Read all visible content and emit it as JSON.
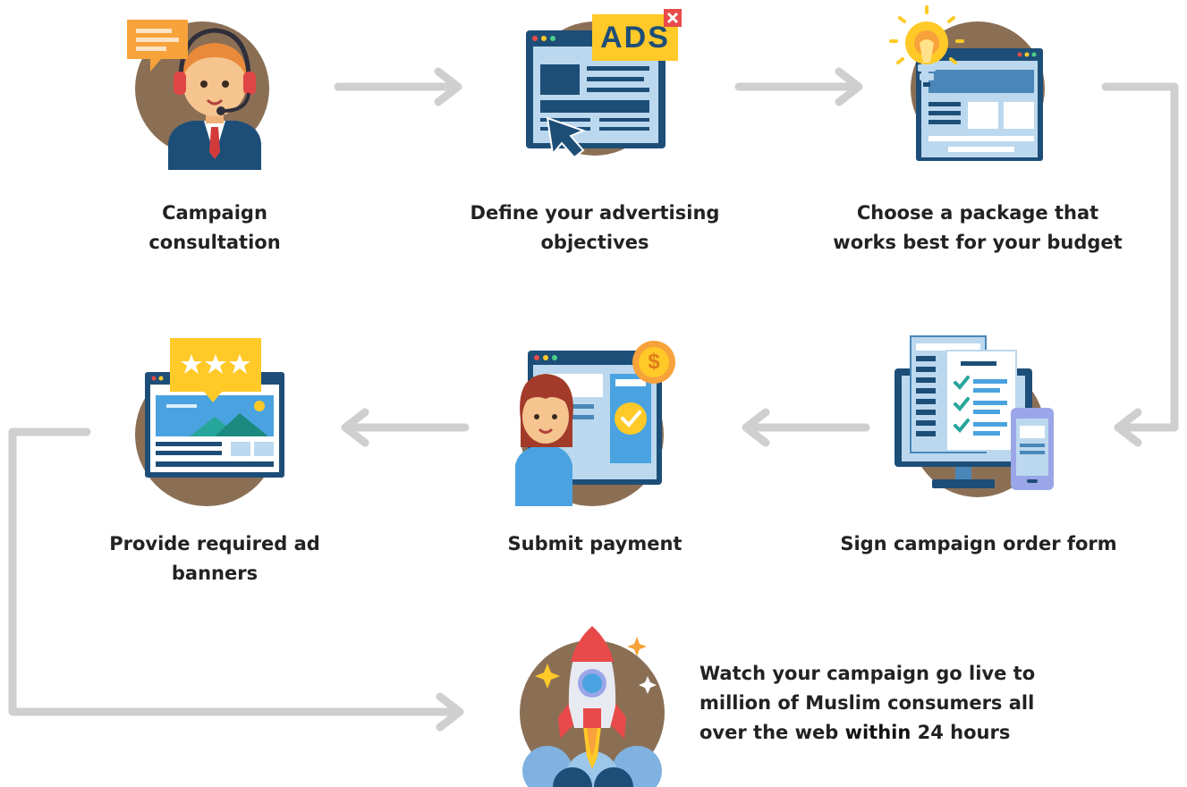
{
  "colors": {
    "circle": "#8b6f55",
    "arrow": "#cfcfcf",
    "navy": "#1d4e78",
    "window_blue": "#bcd8ee",
    "yellow": "#ffc928",
    "red": "#e84a4a",
    "skin": "#f6c48f"
  },
  "steps": [
    {
      "icon": "support-agent-headset-icon",
      "label_line1": "Campaign",
      "label_line2": "consultation"
    },
    {
      "icon": "ads-browser-icon",
      "badge": "ADS",
      "label_line1": "Define your advertising",
      "label_line2": "objectives"
    },
    {
      "icon": "lightbulb-browser-icon",
      "label_line1": "Choose a package that",
      "label_line2": "works best for your budget"
    },
    {
      "icon": "order-form-devices-icon",
      "label_line1": "Sign campaign order form",
      "label_line2": ""
    },
    {
      "icon": "payment-browser-icon",
      "label_line1": "Submit payment",
      "label_line2": ""
    },
    {
      "icon": "rated-banner-icon",
      "label_line1": "Provide required ad",
      "label_line2": "banners"
    },
    {
      "icon": "rocket-launch-icon",
      "label_line1": "Watch your campaign go live to",
      "label_line2": "million of Muslim consumers all",
      "label_line3_a": "over the web",
      "label_line3_b": "within",
      "label_line3_c": "24 hours"
    }
  ]
}
